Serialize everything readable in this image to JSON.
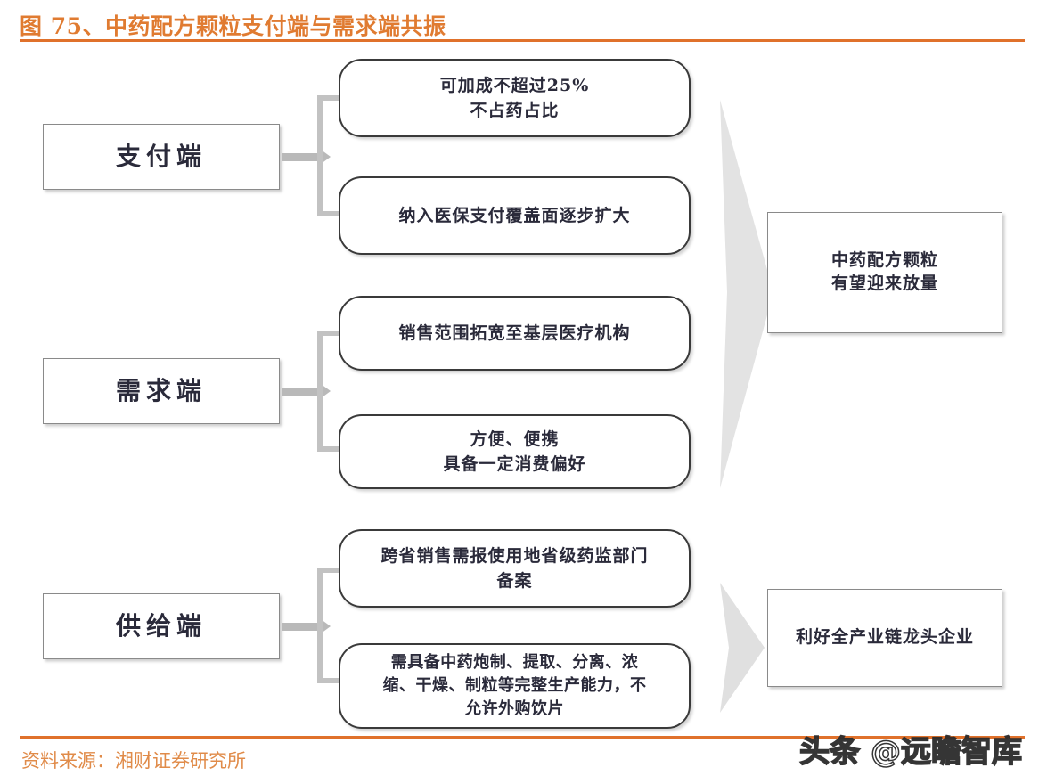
{
  "header": {
    "title": "图 75、中药配方颗粒支付端与需求端共振",
    "rule_color": "#E0712B"
  },
  "footer": {
    "source": "资料来源：湘财证券研究所",
    "watermark": "头条 @远瞻智库",
    "rule_color": "#E0712B"
  },
  "diagram": {
    "rows": [
      {
        "stage": "支付端",
        "details": [
          "可加成不超过25%\n不占药占比",
          "纳入医保支付覆盖面逐步扩大"
        ]
      },
      {
        "stage": "需求端",
        "details": [
          "销售范围拓宽至基层医疗机构",
          "方便、便携\n具备一定消费偏好"
        ]
      },
      {
        "stage": "供给端",
        "details": [
          "跨省销售需报使用地省级药监部门\n备案",
          "需具备中药炮制、提取、分离、浓\n缩、干燥、制粒等完整生产能力，不\n允许外购饮片"
        ]
      }
    ],
    "outcomes": [
      "中药配方颗粒\n有望迎来放量",
      "利好全产业链龙头企业"
    ],
    "colors": {
      "box_border": "#8a8a8a",
      "round_border": "#3a3a3a",
      "connector": "#c2c2c2",
      "chevron": "#e2e2e2",
      "text": "#2a2a3a"
    }
  }
}
